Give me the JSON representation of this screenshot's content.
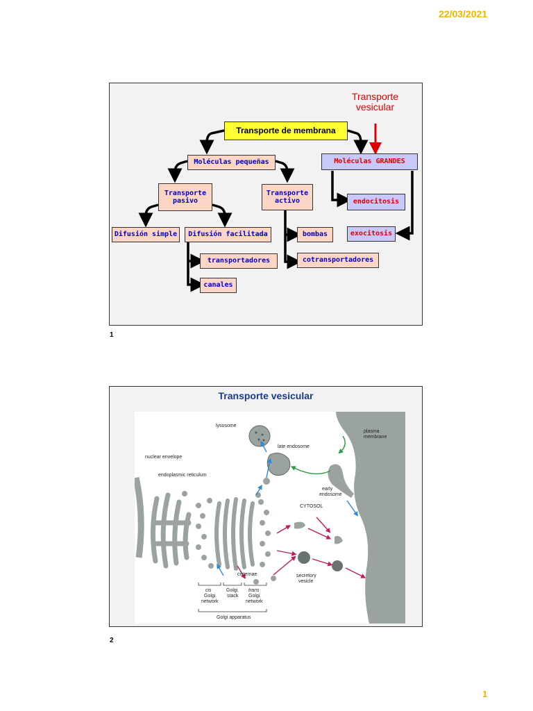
{
  "header": {
    "date": "22/03/2021"
  },
  "footer": {
    "page": "1"
  },
  "slide1": {
    "number": "1",
    "vesicular_title": [
      "Transporte",
      "vesicular"
    ],
    "root": "Transporte de membrana",
    "small": "Moléculas pequeñas",
    "large": "Moléculas GRANDES",
    "pasivo": [
      "Transporte",
      "pasivo"
    ],
    "activo": [
      "Transporte",
      "activo"
    ],
    "difusion_simple": "Difusión simple",
    "difusion_facilitada": "Difusión facilitada",
    "transportadores": "transportadores",
    "canales": "canales",
    "bombas": "bombas",
    "cotransportadores": "cotransportadores",
    "endocitosis": "endocitosis",
    "exocitosis": "exocitosis"
  },
  "slide2": {
    "number": "2",
    "title": "Transporte vesicular",
    "labels": {
      "lysosome": "lysosome",
      "late_endosome": "late endosome",
      "plasma_membrane": [
        "plasma",
        "membrane"
      ],
      "nuclear_envelope": "nuclear envelope",
      "er": "endoplasmic reticulum",
      "early_endosome": [
        "early",
        "endosome"
      ],
      "cytosol": "CYTOSOL",
      "cisternae": "cisternae",
      "secretory_vesicle": [
        "secretory",
        "vesicle"
      ],
      "cis": [
        "cis",
        "Golgi",
        "network"
      ],
      "stack": [
        "Golgi",
        "stack"
      ],
      "trans": [
        "trans",
        "Golgi",
        "network"
      ],
      "apparatus": "Golgi apparatus"
    }
  },
  "colors": {
    "date": "#f0b400",
    "pink_box": "#fdd5c4",
    "lavender_box": "#c9c9f9",
    "root_box": "#ffff33",
    "red_arrow": "#dd0000"
  }
}
